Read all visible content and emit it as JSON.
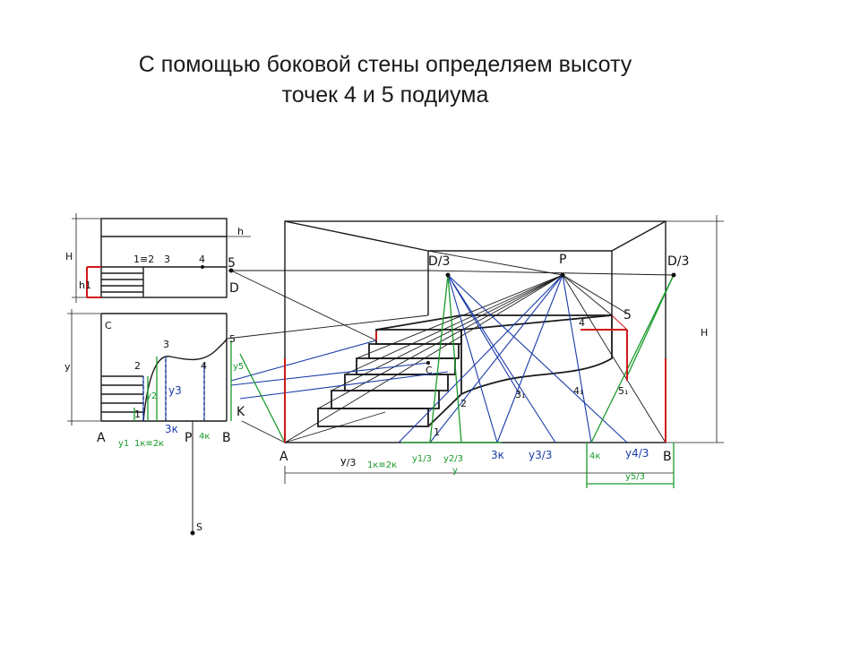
{
  "title": {
    "line1": "С помощью боковой стены определяем высоту",
    "line2": "точек 4 и 5 подиума"
  },
  "plan_top": {
    "h": "h",
    "H": "H",
    "h1": "h1",
    "p12": "1≡2",
    "p3": "3",
    "p4": "4",
    "p5": "5",
    "D": "D"
  },
  "plan_side": {
    "C": "C",
    "y": "y",
    "p2": "2",
    "p3": "3",
    "p4": "4",
    "p5": "5",
    "p1": "1",
    "A": "A",
    "B": "B",
    "P": "P",
    "K": "K",
    "S": "S",
    "y1": "y1",
    "y2": "y2",
    "y3": "y3",
    "y5": "y5",
    "k12": "1к≡2к",
    "k3": "3к",
    "k4": "4к"
  },
  "perspective": {
    "D3_left": "D/3",
    "P": "P",
    "D3_right": "D/3",
    "H": "H",
    "A": "A",
    "B": "B",
    "C": "C",
    "p1": "1",
    "p2": "2",
    "p31": "3₁",
    "p41": "4₁",
    "p51": "5₁",
    "p4": "4",
    "p5": "5",
    "y3": "У/3",
    "k12": "1к≡2к",
    "y13": "у1/3",
    "y23": "у2/3",
    "y": "у",
    "k3": "3к",
    "y33": "у3/3",
    "k4": "4к",
    "y43": "у4/3",
    "y53": "у5/3"
  },
  "colors": {
    "black": "#1a1a1a",
    "blue": "#1a3aa8",
    "green": "#1a9a2a",
    "red": "#d01818"
  }
}
